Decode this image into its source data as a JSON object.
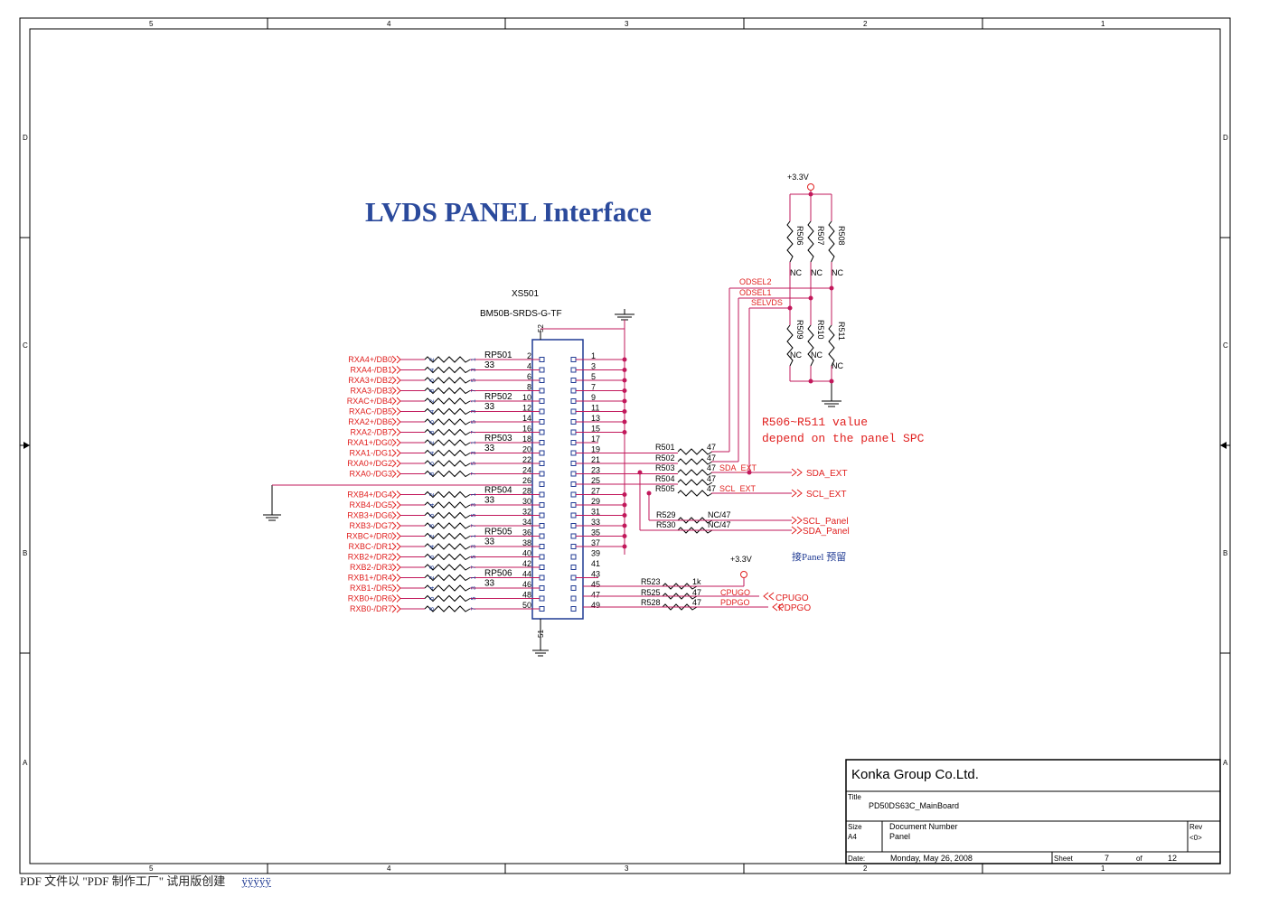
{
  "border": {
    "cols": [
      "5",
      "4",
      "3",
      "2",
      "1"
    ],
    "rows": [
      "D",
      "C",
      "B",
      "A"
    ]
  },
  "title": "LVDS PANEL Interface",
  "connector": {
    "ref": "XS501",
    "part": "BM50B-SRDS-G-TF",
    "top_pin": "52",
    "bottom_pin": "51",
    "left_pins": [
      "2",
      "4",
      "6",
      "8",
      "10",
      "12",
      "14",
      "16",
      "18",
      "20",
      "22",
      "24",
      "26",
      "28",
      "30",
      "32",
      "34",
      "36",
      "38",
      "40",
      "42",
      "44",
      "46",
      "48",
      "50"
    ],
    "right_pins": [
      "1",
      "3",
      "5",
      "7",
      "9",
      "11",
      "13",
      "15",
      "17",
      "19",
      "21",
      "23",
      "25",
      "27",
      "29",
      "31",
      "33",
      "35",
      "37",
      "39",
      "41",
      "43",
      "45",
      "47",
      "49"
    ]
  },
  "left_nets_a": [
    "RXA4+/DB0",
    "RXA4-/DB1",
    "RXA3+/DB2",
    "RXA3-/DB3",
    "RXAC+/DB4",
    "RXAC-/DB5",
    "RXA2+/DB6",
    "RXA2-/DB7",
    "RXA1+/DG0",
    "RXA1-/DG1",
    "RXA0+/DG2",
    "RXA0-/DG3"
  ],
  "left_nets_b": [
    "RXB4+/DG4",
    "RXB4-/DG5",
    "RXB3+/DG6",
    "RXB3-/DG7",
    "RXBC+/DR0",
    "RXBC-/DR1",
    "RXB2+/DR2",
    "RXB2-/DR3",
    "RXB1+/DR4",
    "RXB1-/DR5",
    "RXB0+/DR6",
    "RXB0-/DR7"
  ],
  "resistor_packs": [
    {
      "ref": "RP501",
      "value": "33"
    },
    {
      "ref": "RP502",
      "value": "33"
    },
    {
      "ref": "RP503",
      "value": "33"
    },
    {
      "ref": "RP504",
      "value": "33"
    },
    {
      "ref": "RP505",
      "value": "33"
    },
    {
      "ref": "RP506",
      "value": "33"
    }
  ],
  "rp_pin_labels_left": [
    "2",
    "4",
    "6",
    "8"
  ],
  "rp_pin_labels_right": [
    "1",
    "3",
    "5",
    "7"
  ],
  "right_resistors": [
    {
      "ref": "R501",
      "value": "47"
    },
    {
      "ref": "R502",
      "value": "47"
    },
    {
      "ref": "R503",
      "value": "47"
    },
    {
      "ref": "R504",
      "value": "47"
    },
    {
      "ref": "R505",
      "value": "47"
    },
    {
      "ref": "R529",
      "value": "NC/47"
    },
    {
      "ref": "R530",
      "value": "NC/47"
    },
    {
      "ref": "R523",
      "value": "1k"
    },
    {
      "ref": "R525",
      "value": "47"
    },
    {
      "ref": "R528",
      "value": "47"
    }
  ],
  "net_labels": {
    "sda_ext_wire": "SDA_EXT",
    "scl_ext_wire": "SCL_EXT",
    "sda_ext": "SDA_EXT",
    "scl_ext": "SCL_EXT",
    "scl_panel": "SCL_Panel",
    "sda_panel": "SDA_Panel",
    "cpugo_wire": "CPUGO",
    "pdpgo_wire": "PDPGO",
    "cpugo": "CPUGO",
    "pdpgo": "PDPGO",
    "odsel2": "ODSEL2",
    "odsel1": "ODSEL1",
    "selvds": "SELVDS"
  },
  "power": {
    "vcc_top": "+3.3V",
    "vcc_mid": "+3.3V"
  },
  "option_resistors": [
    {
      "ref": "R506",
      "value": "NC"
    },
    {
      "ref": "R507",
      "value": "NC"
    },
    {
      "ref": "R508",
      "value": "NC"
    },
    {
      "ref": "R509",
      "value": "NC"
    },
    {
      "ref": "R510",
      "value": "NC"
    },
    {
      "ref": "R511",
      "value": "NC"
    }
  ],
  "note_lines": [
    "R506~R511 value",
    "depend on the panel SPC"
  ],
  "reserve_note": "接Panel 预留",
  "title_block": {
    "company": "Konka Group Co.Ltd.",
    "title_label": "Title",
    "title_value": "PD50DS63C_MainBoard",
    "size_label": "Size",
    "size_value": "A4",
    "docnum_label": "Document Number",
    "docnum_value": "Panel",
    "rev_label": "Rev",
    "rev_value": "<0>",
    "date_label": "Date:",
    "date_value": "Monday, May 26, 2008",
    "sheet_label": "Sheet",
    "sheet_value": "7",
    "of_label": "of",
    "of_value": "12"
  },
  "footer": {
    "text": "PDF 文件以 \"PDF 制作工厂\" 试用版创建",
    "link": "ÿÿÿÿÿ"
  },
  "colors": {
    "wire": "#c2185b",
    "text_red": "#e0201f",
    "text_blue": "#1f3a93",
    "title_blue": "#2b4a9c"
  }
}
